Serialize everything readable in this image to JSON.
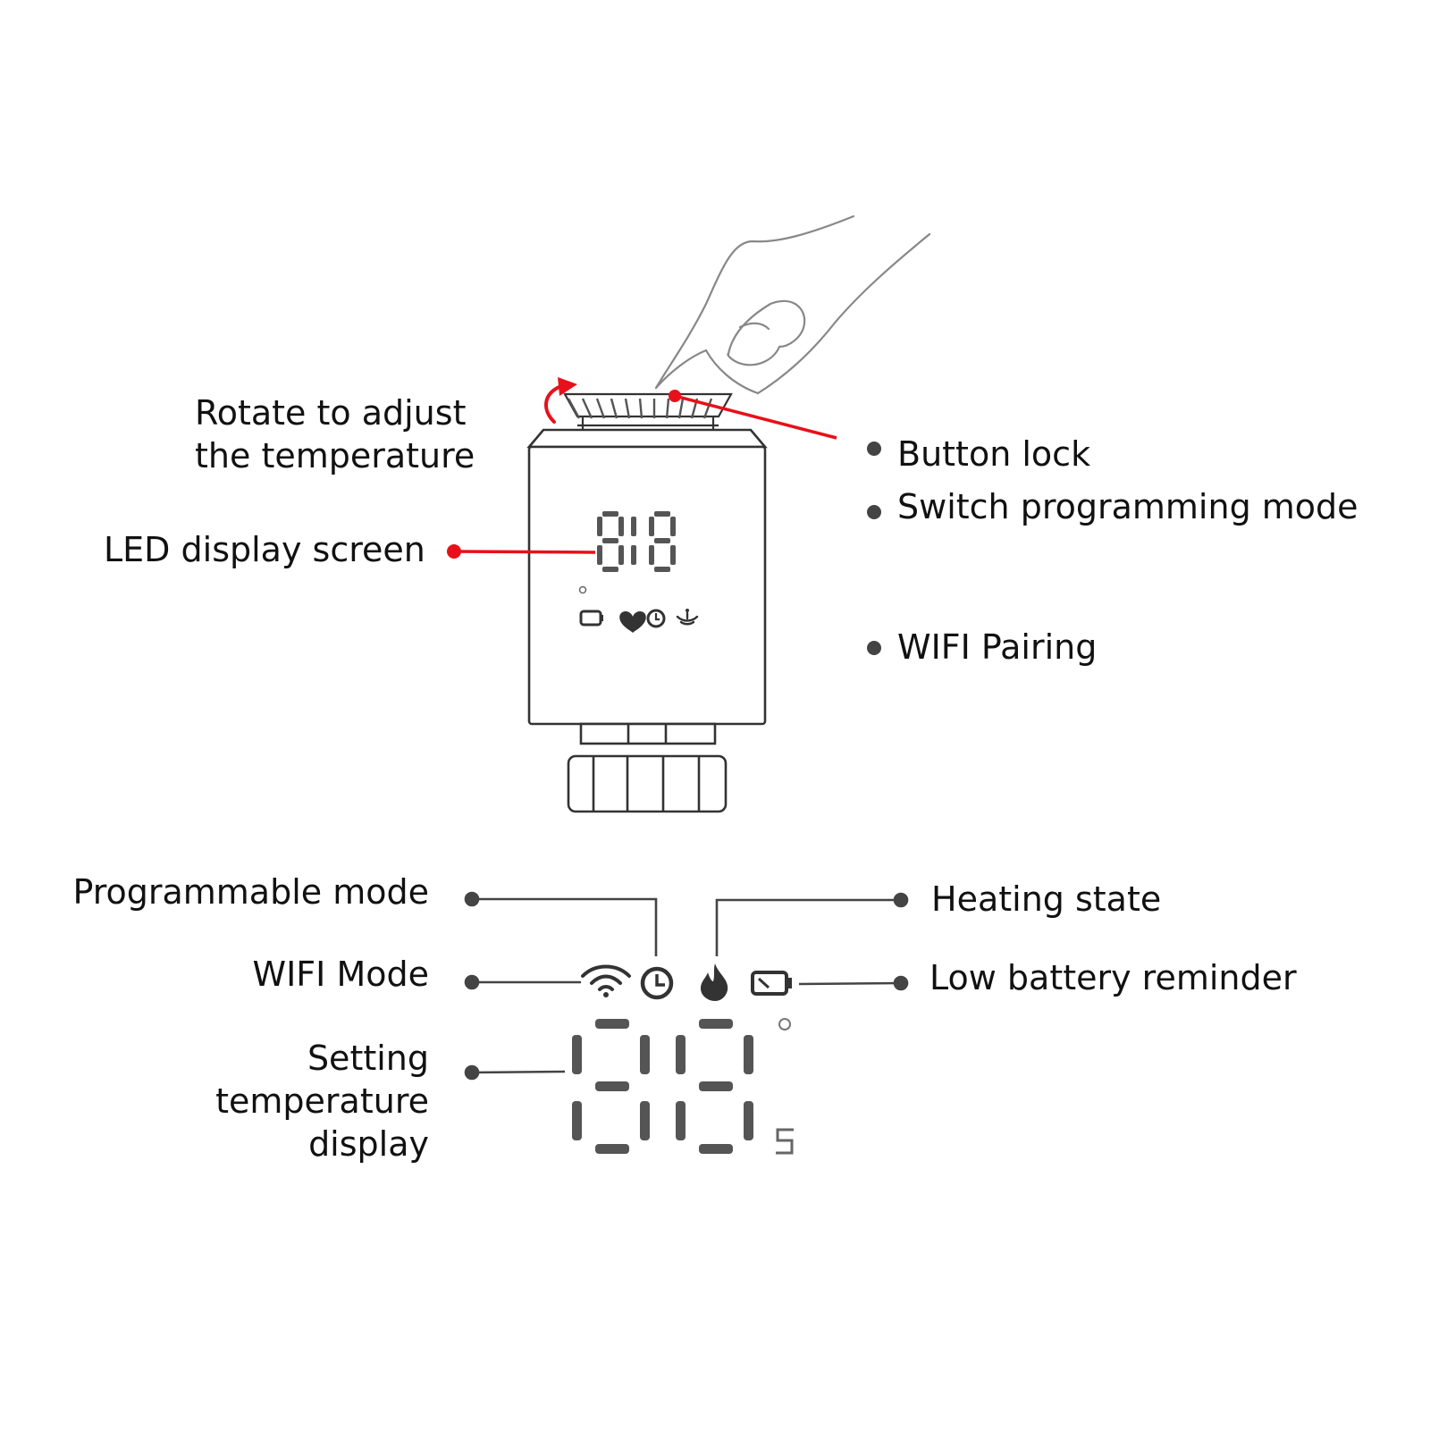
{
  "colors": {
    "accent": "#e8101a",
    "line": "#444444",
    "outline": "#333333",
    "segment": "#555555"
  },
  "icons": {
    "device_icons": [
      "battery-icon",
      "heart-icon",
      "clock-icon",
      "wifi-icon"
    ],
    "legend_icons": [
      "wifi-icon",
      "clock-icon",
      "flame-icon",
      "battery-icon"
    ],
    "illustration": [
      "hand-icon",
      "rotate-arrow-icon"
    ]
  },
  "labels": {
    "rotate": "Rotate to adjust\nthe temperature",
    "led": "LED display screen",
    "button_lock": "Button lock",
    "switch_mode": "Switch programming mode",
    "wifi_pairing": "WIFI Pairing",
    "programmable_mode": "Programmable mode",
    "wifi_mode": "WIFI Mode",
    "setting_temp": "Setting\ntemperature\ndisplay",
    "heating_state": "Heating state",
    "low_battery": "Low battery reminder"
  }
}
